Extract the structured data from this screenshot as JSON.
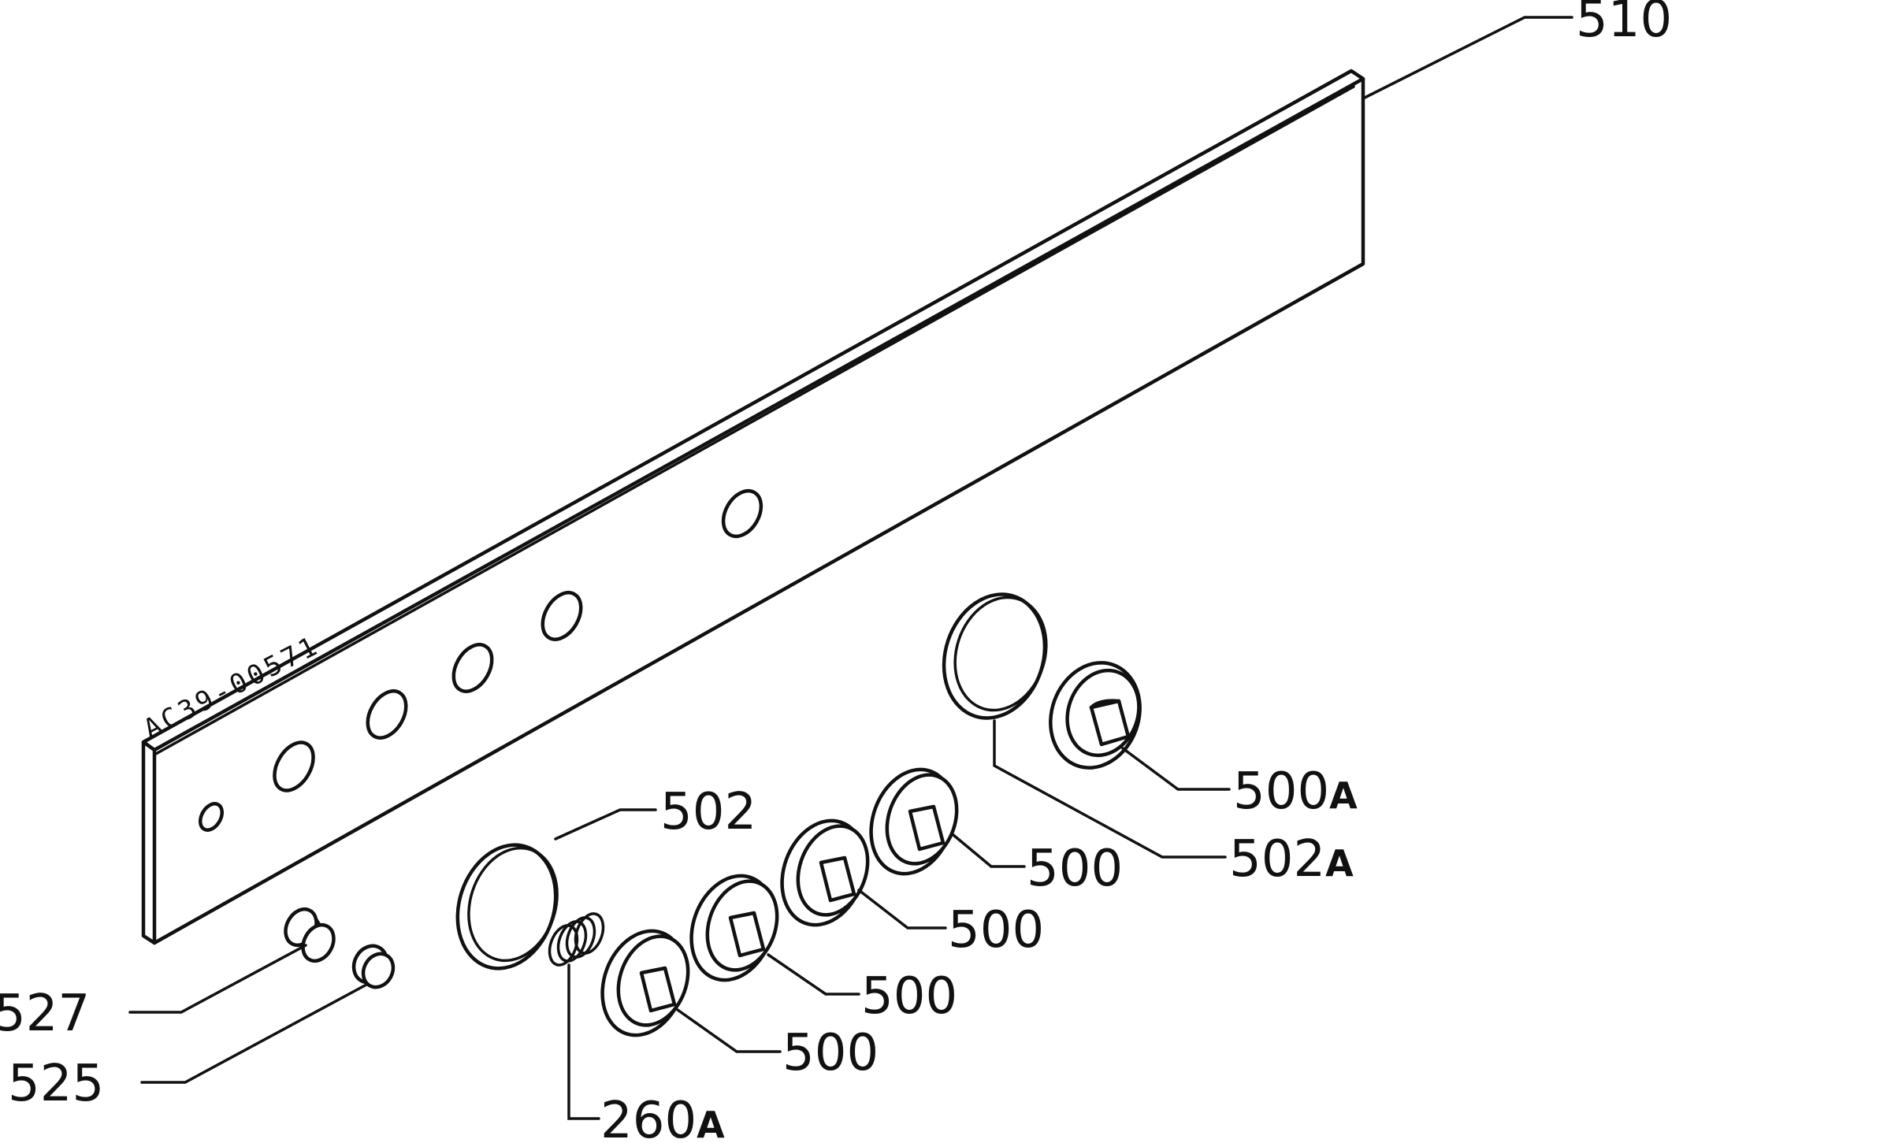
{
  "diagram": {
    "panel_code": "AC39-00571",
    "callouts": {
      "p510": "510",
      "p502": "502",
      "p502A_num": "502",
      "p502A_suffix": "A",
      "p500A_num": "500",
      "p500A_suffix": "A",
      "p500_1": "500",
      "p500_2": "500",
      "p500_3": "500",
      "p500_4": "500",
      "p527": "527",
      "p525": "525",
      "p260A_num": "260",
      "p260A_suffix": "A"
    }
  }
}
